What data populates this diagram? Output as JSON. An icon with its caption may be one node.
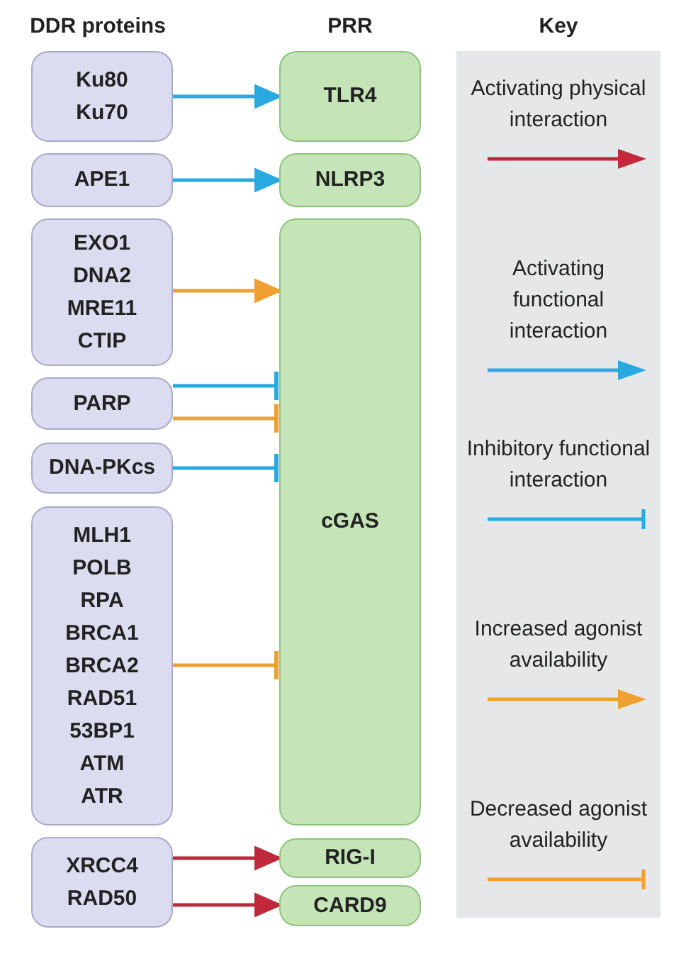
{
  "diagram": {
    "nodes": [
      {
        "text": [
          "Ku80",
          "Ku70"
        ]
      },
      {
        "text": [
          "APE1"
        ]
      },
      {
        "text": [
          "EXO1",
          "DNA2",
          "MRE11",
          "CTIP"
        ]
      },
      {
        "text": [
          "PARP"
        ]
      },
      {
        "text": [
          "DNA-PKcs"
        ]
      },
      {
        "text": [
          "MLH1",
          "POLB",
          "RPA",
          "BRCA1",
          "BRCA2",
          "RAD51",
          "53BP1",
          "ATM",
          "ATR"
        ]
      },
      {
        "text": [
          "XRCC4",
          "RAD50"
        ]
      },
      {
        "text": [
          "TLR4"
        ]
      },
      {
        "text": [
          "NLRP3"
        ]
      },
      {
        "text": [
          "cGAS"
        ]
      },
      {
        "text": [
          "RIG-I"
        ]
      },
      {
        "text": [
          "CARD9"
        ]
      }
    ],
    "edges": [
      {
        "from": 0,
        "to": 7,
        "arrow": "to"
      },
      {
        "from": 1,
        "to": 8,
        "arrow": "to"
      },
      {
        "from": 2,
        "to": 9,
        "arrow": "to",
        "color": "#f0a030"
      },
      {
        "from": 3,
        "to": 9,
        "arrow": "other"
      },
      {
        "from": 3,
        "to": 9,
        "arrow": "other",
        "color": "#f0a030"
      },
      {
        "from": 4,
        "to": 9,
        "arrow": "other"
      },
      {
        "from": 5,
        "to": 9,
        "arrow": "other",
        "color": "#f0a030"
      },
      {
        "from": 6,
        "to": 10,
        "arrow": "to",
        "color": "#c0283c"
      },
      {
        "from": 6,
        "to": 11,
        "arrow": "to",
        "color": "#c0283c"
      }
    ],
    "labels": [
      "DDR proteins",
      "PRR",
      "Key"
    ],
    "legend": [
      {
        "text": "Activating physical interaction"
      },
      {
        "text": "Activating functional interaction"
      },
      {
        "text": "Inhibitory functional interaction"
      },
      {
        "text": "Increased agonist availability"
      },
      {
        "text": "Decreased agonist availability"
      }
    ]
  }
}
